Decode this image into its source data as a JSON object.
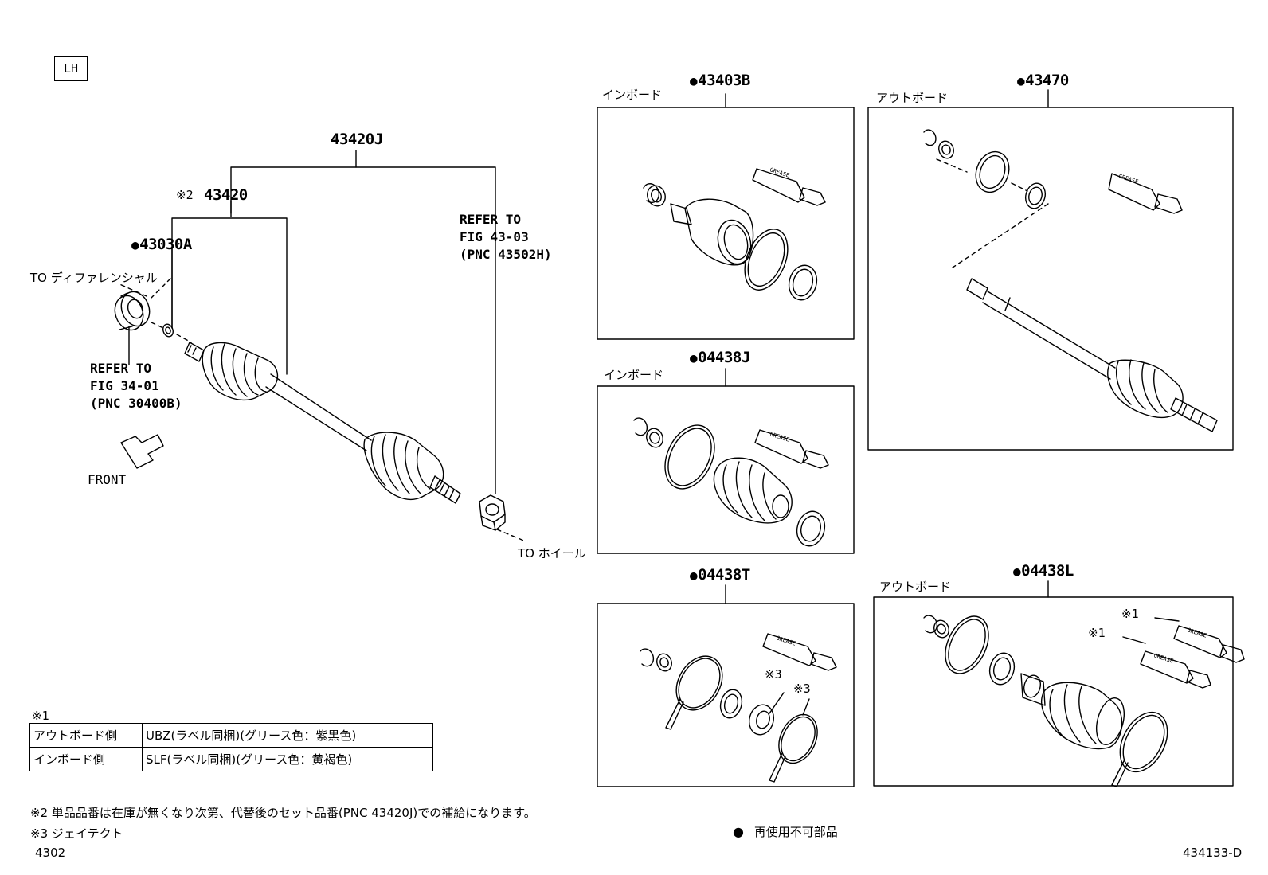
{
  "lh_label": "LH",
  "assembly": {
    "main_part": "43420J",
    "shaft_part_prefix": "※2",
    "shaft_part": "43420",
    "seal_part": "43030A",
    "to_diff": "TO ディファレンシャル",
    "to_wheel": "TO ホイール",
    "front": "FRONT",
    "refer_left": [
      "REFER TO",
      "FIG 34-01",
      "(PNC 30400B)"
    ],
    "refer_right": [
      "REFER TO",
      "FIG 43-03",
      "(PNC 43502H)"
    ]
  },
  "kits": {
    "k1": {
      "part": "43403B",
      "side": "インボード"
    },
    "k2": {
      "part": "43470",
      "side": "アウトボード"
    },
    "k3": {
      "part": "04438J",
      "side": "インボード"
    },
    "k4": {
      "part": "04438T",
      "note_a": "※3",
      "note_b": "※3"
    },
    "k5": {
      "part": "04438L",
      "side": "アウトボード",
      "note_a": "※1",
      "note_b": "※1"
    }
  },
  "grease_label": "GREASE",
  "note_table": {
    "mark": "※1",
    "rows": [
      {
        "side": "アウトボード側",
        "desc": "UBZ(ラベル同梱)(グリース色：紫黒色)"
      },
      {
        "side": "インボード側",
        "desc": "SLF(ラベル同梱)(グリース色：黄褐色)"
      }
    ]
  },
  "footnotes": {
    "note2": "※2 単品品番は在庫が無くなり次第、代替後のセット品番(PNC 43420J)での補給になります。",
    "note3": "※3 ジェイテクト",
    "code": "4302",
    "legend": "再使用不可部品",
    "figure_id": "434133-D"
  }
}
